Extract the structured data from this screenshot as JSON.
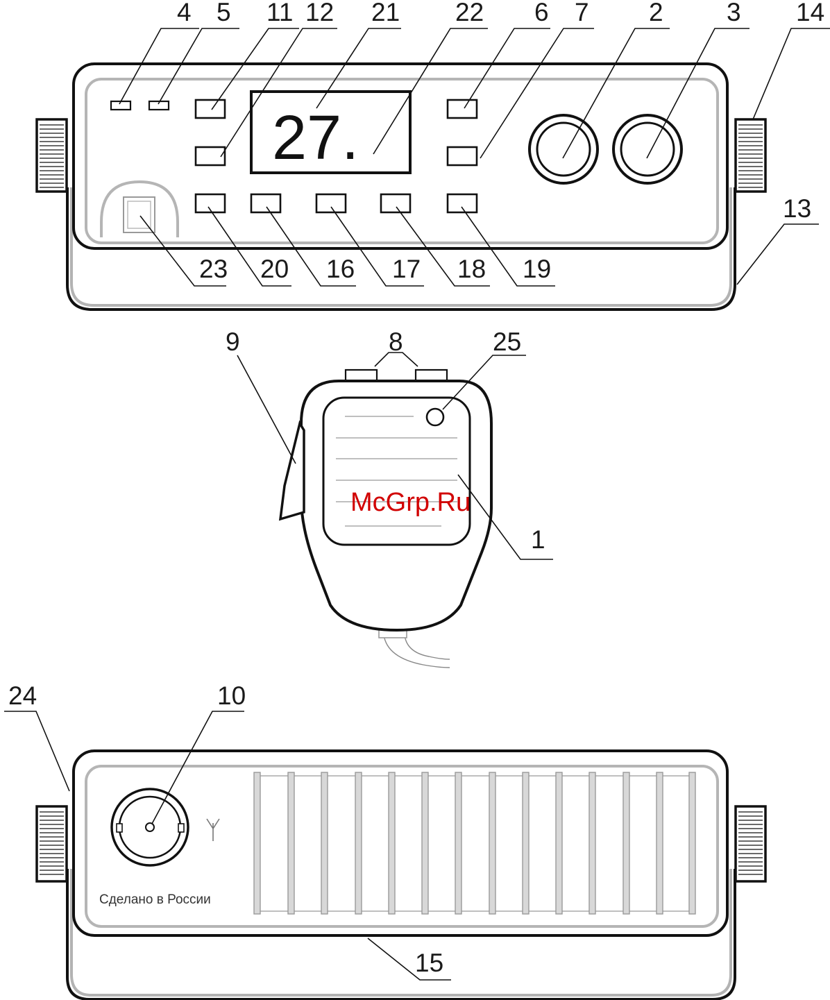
{
  "display": {
    "channel": "27."
  },
  "rear_panel": {
    "caption": "Сделано в России"
  },
  "watermark": "McGrp.Ru",
  "callouts": {
    "c1": "1",
    "c2": "2",
    "c3": "3",
    "c4": "4",
    "c5": "5",
    "c6": "6",
    "c7": "7",
    "c8": "8",
    "c9": "9",
    "c10": "10",
    "c11": "11",
    "c12": "12",
    "c13": "13",
    "c14": "14",
    "c15": "15",
    "c16": "16",
    "c17": "17",
    "c18": "18",
    "c19": "19",
    "c20": "20",
    "c21": "21",
    "c22": "22",
    "c23": "23",
    "c24": "24",
    "c25": "25"
  },
  "icons": {
    "antenna": "antenna-icon"
  }
}
